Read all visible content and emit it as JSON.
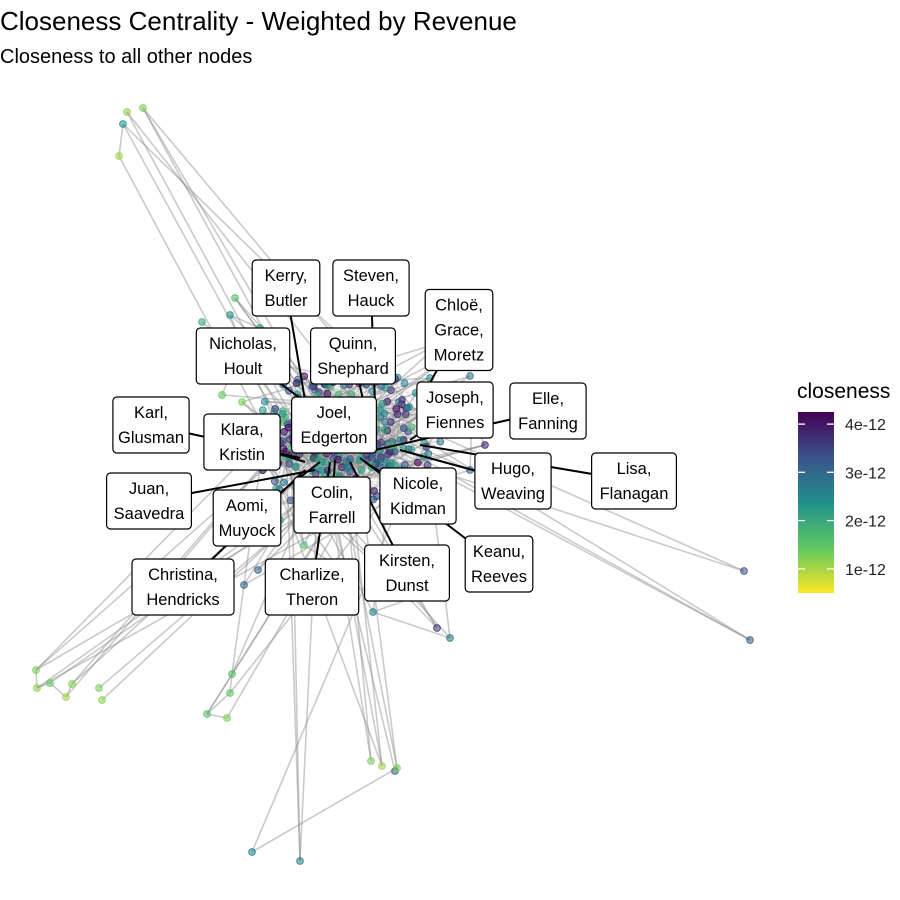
{
  "chart_data": {
    "type": "network",
    "title": "Closeness Centrality - Weighted by Revenue",
    "subtitle": "Closeness to all other nodes",
    "legend": {
      "title": "closeness",
      "placement": "right",
      "ticks": [
        "4e-12",
        "3e-12",
        "2e-12",
        "1e-12"
      ],
      "tick_values": [
        4e-12,
        3e-12,
        2e-12,
        1e-12
      ],
      "range": [
        5e-13,
        4.25e-12
      ],
      "colors": [
        "#440154",
        "#3b528b",
        "#21908c",
        "#5dc863",
        "#fde725"
      ]
    },
    "labels": [
      "Kerry, Butler",
      "Steven, Hauck",
      "Chloë, Grace, Moretz",
      "Nicholas, Hoult",
      "Quinn, Shephard",
      "Joel, Edgerton",
      "Joseph, Fiennes",
      "Elle, Fanning",
      "Karl, Glusman",
      "Klara, Kristin",
      "Hugo, Weaving",
      "Lisa, Flanagan",
      "Juan, Saavedra",
      "Nicole, Kidman",
      "Colin, Farrell",
      "Aomi, Muyock",
      "Keanu, Reeves",
      "Christina, Hendricks",
      "Charlize, Theron",
      "Kirsten, Dunst"
    ]
  }
}
